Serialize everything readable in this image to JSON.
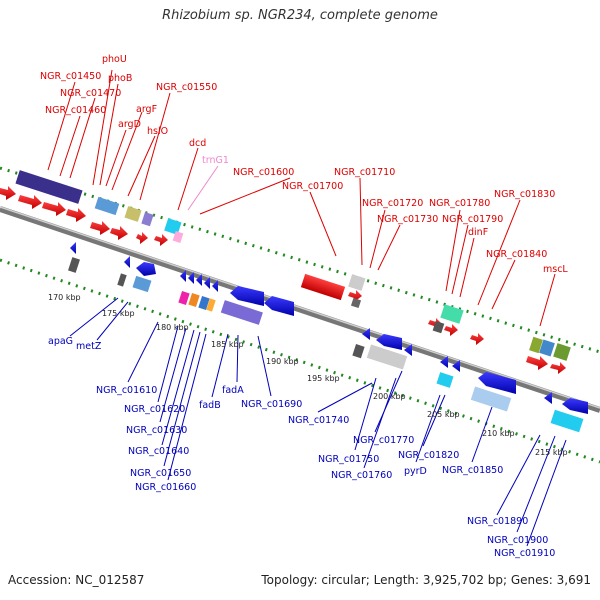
{
  "header": {
    "title": "Rhizobium sp. NGR234, complete genome"
  },
  "footer": {
    "accession": "Accession: NC_012587",
    "summary": "Topology: circular; Length: 3,925,702 bp; Genes: 3,691"
  },
  "colors": {
    "forward_label": "#dd0000",
    "reverse_label": "#0000bb",
    "rna_label": "#ee88cc",
    "backbone": "#888888",
    "tick_ruler": "#228822"
  },
  "scale_labels": [
    "170 kbp",
    "175 kbp",
    "180 kbp",
    "185 kbp",
    "190 kbp",
    "195 kbp",
    "200 kbp",
    "205 kbp",
    "210 kbp",
    "215 kbp"
  ],
  "forward_genes": [
    "phoU",
    "phoB",
    "NGR_c01450",
    "NGR_c01470",
    "NGR_c01460",
    "argF",
    "argD",
    "hslO",
    "NGR_c01550",
    "dcd",
    "trnG1",
    "NGR_c01600",
    "NGR_c01700",
    "NGR_c01710",
    "NGR_c01720",
    "NGR_c01730",
    "NGR_c01780",
    "NGR_c01790",
    "dinF",
    "NGR_c01830",
    "NGR_c01840",
    "mscL"
  ],
  "reverse_genes": [
    "apaG",
    "metZ",
    "NGR_c01610",
    "NGR_c01620",
    "NGR_c01630",
    "NGR_c01640",
    "NGR_c01650",
    "NGR_c01660",
    "fadB",
    "fadA",
    "NGR_c01690",
    "NGR_c01740",
    "NGR_c01770",
    "NGR_c01750",
    "NGR_c01760",
    "NGR_c01820",
    "pyrD",
    "NGR_c01850",
    "NGR_c01890",
    "NGR_c01900",
    "NGR_c01910"
  ]
}
